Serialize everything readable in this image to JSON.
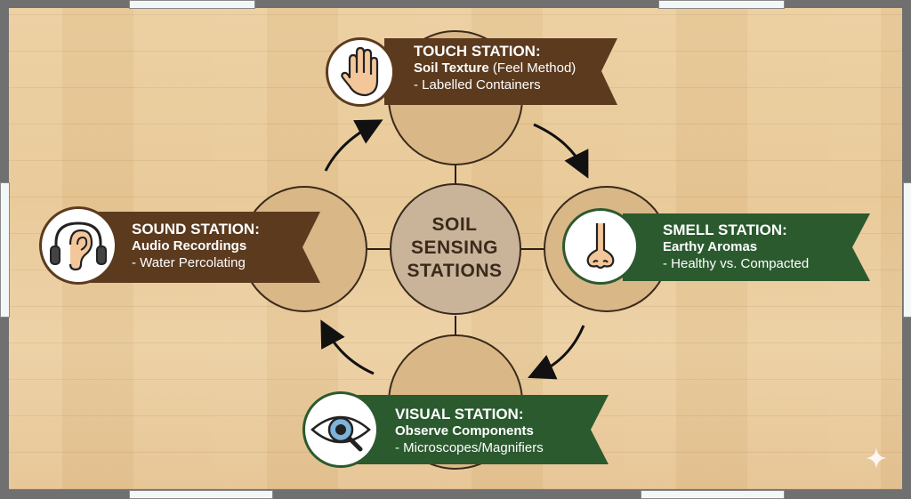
{
  "center": {
    "line1": "SOIL",
    "line2": "SENSING",
    "line3": "STATIONS"
  },
  "stations": {
    "touch": {
      "title": "TOUCH STATION:",
      "subtitle_bold": "Soil Texture",
      "subtitle_rest": " (Feel Method)",
      "detail": "- Labelled Containers",
      "icon": "hand-icon",
      "color": "#5c3a1e"
    },
    "smell": {
      "title": "SMELL STATION:",
      "subtitle_bold": "Earthy Aromas",
      "detail": "- Healthy vs. Compacted",
      "icon": "nose-icon",
      "color": "#2b5a2e"
    },
    "visual": {
      "title": "VISUAL STATION:",
      "subtitle_bold": "Observe Components",
      "detail": "- Microscopes/Magnifiers",
      "icon": "eye-magnifier-icon",
      "color": "#2b5a2e"
    },
    "sound": {
      "title": "SOUND STATION:",
      "subtitle_bold": "Audio Recordings",
      "detail": "- Water Percolating",
      "icon": "headphones-ear-icon",
      "color": "#5c3a1e"
    }
  },
  "colors": {
    "floor": "#e8c896",
    "station_disc": "#d9b787",
    "center_disc": "#c9b49a",
    "outline": "#3a2a1c"
  }
}
